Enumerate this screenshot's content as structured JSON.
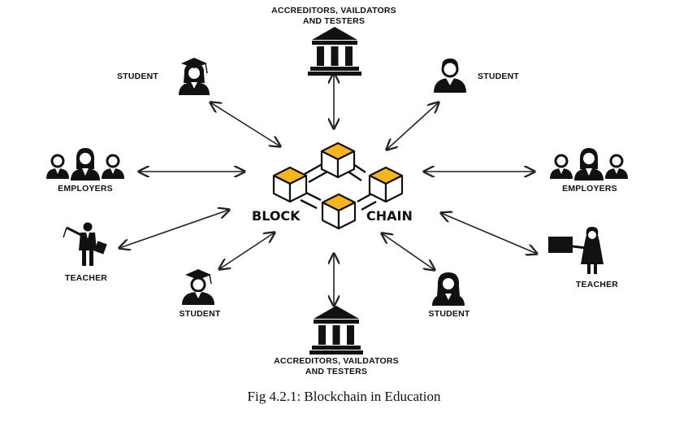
{
  "center": {
    "left_label": "BLOCK",
    "right_label": "CHAIN",
    "block_color": "#F7B51C"
  },
  "nodes": {
    "accreditors_top": {
      "line1": "ACCREDITORS, VAILDATORS",
      "line2": "AND TESTERS",
      "icon": "institution-icon"
    },
    "student_top_left": {
      "label": "STUDENT",
      "icon": "graduate-female-icon"
    },
    "student_top_right": {
      "label": "STUDENT",
      "icon": "student-male-icon"
    },
    "employers_left": {
      "label": "EMPLOYERS",
      "icon": "group-people-icon"
    },
    "employers_right": {
      "label": "EMPLOYERS",
      "icon": "group-people-icon"
    },
    "teacher_left": {
      "label": "TEACHER",
      "icon": "teacher-male-pointer-icon"
    },
    "teacher_right": {
      "label": "TEACHER",
      "icon": "teacher-female-board-icon"
    },
    "student_bottom_left": {
      "label": "STUDENT",
      "icon": "graduate-male-icon"
    },
    "student_bottom_right": {
      "label": "STUDENT",
      "icon": "student-female-icon"
    },
    "accreditors_bottom": {
      "line1": "ACCREDITORS, VAILDATORS",
      "line2": "AND TESTERS",
      "icon": "institution-icon"
    }
  },
  "caption": "Fig 4.2.1: Blockchain in Education"
}
